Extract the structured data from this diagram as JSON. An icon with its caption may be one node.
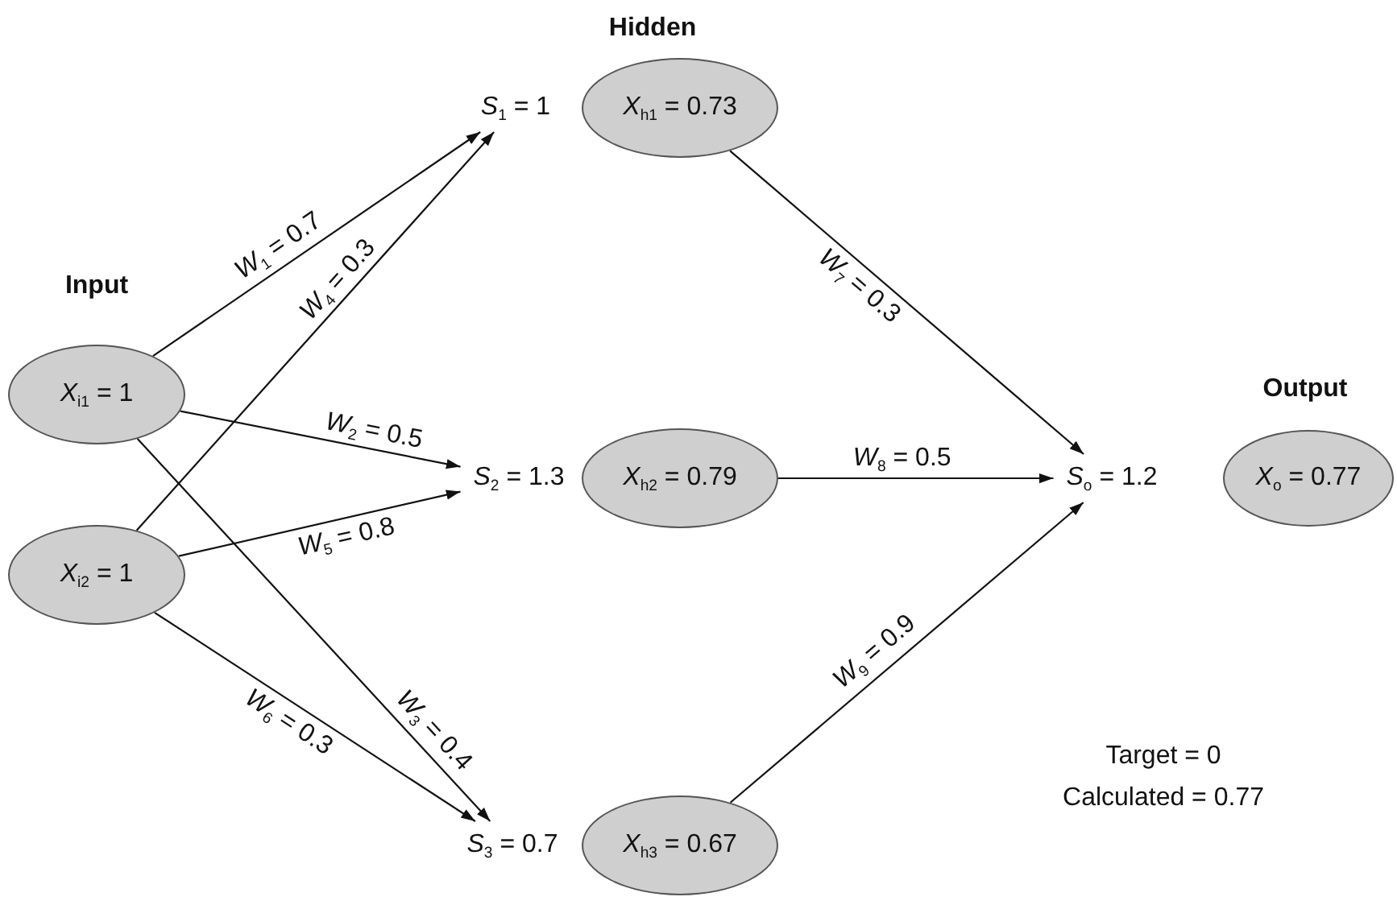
{
  "diagram": {
    "nodes": [
      {
        "text": [
          "*X*$_{i1}$ = 1"
        ]
      },
      {
        "text": [
          "*X*$_{i2}$ = 1"
        ]
      },
      {
        "text": [
          "*S*$_{1}$ = 1"
        ]
      },
      {
        "text": [
          "*S*$_{2}$ = 1.3"
        ]
      },
      {
        "text": [
          "*S*$_{3}$ = 0.7"
        ]
      },
      {
        "text": [
          "*X*$_{h1}$ = 0.73"
        ]
      },
      {
        "text": [
          "*X*$_{h2}$ = 0.79"
        ]
      },
      {
        "text": [
          "*X*$_{h3}$ = 0.67"
        ]
      },
      {
        "text": [
          "*S*$_{o}$ = 1.2"
        ]
      },
      {
        "text": [
          "*X*$_{o}$ = 0.77"
        ]
      }
    ],
    "edges": [
      {
        "from": 0,
        "to": 2,
        "arrow": "to",
        "label": "*W*$_{1}$ = 0.7"
      },
      {
        "from": 0,
        "to": 3,
        "arrow": "to",
        "label": "*W*$_{2}$ = 0.5"
      },
      {
        "from": 0,
        "to": 4,
        "arrow": "to",
        "label": "*W*$_{3}$ = 0.4"
      },
      {
        "from": 1,
        "to": 2,
        "arrow": "to",
        "label": "*W*$_{4}$ = 0.3"
      },
      {
        "from": 1,
        "to": 3,
        "arrow": "to",
        "label": "*W*$_{5}$ = 0.8"
      },
      {
        "from": 1,
        "to": 4,
        "arrow": "to",
        "label": "*W*$_{6}$ = 0.3"
      },
      {
        "from": 5,
        "to": 8,
        "arrow": "to",
        "label": "*W*$_{7}$ = 0.3"
      },
      {
        "from": 6,
        "to": 8,
        "arrow": "to",
        "label": "*W*$_{8}$ = 0.5"
      },
      {
        "from": 7,
        "to": 8,
        "arrow": "to",
        "label": "*W*$_{9}$ = 0.9"
      }
    ],
    "labels": [
      "Hidden",
      "Input",
      "Output",
      "Target = 0",
      "Calculated = 0.77"
    ]
  }
}
